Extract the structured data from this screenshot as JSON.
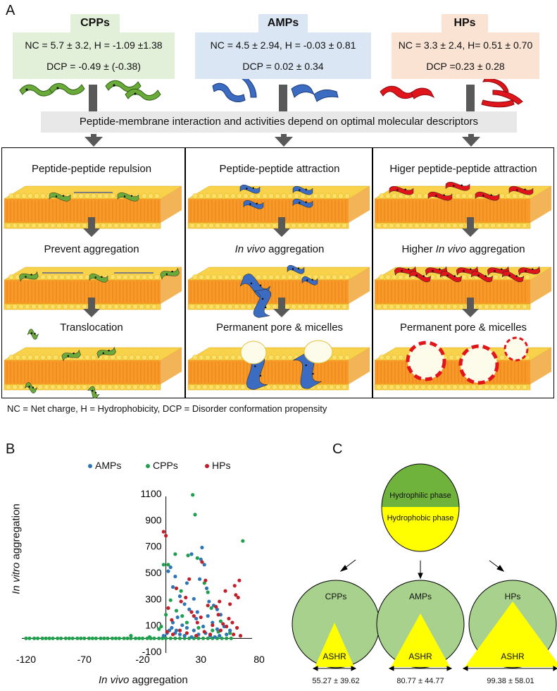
{
  "panel_a": {
    "letter": "A",
    "classes": [
      {
        "name": "CPPs",
        "line1": "NC = 5.7 ± 3.2, H = -1.09 ±1.38",
        "line2": "DCP = -0.49 ± (-0.38)",
        "box_color": "#e2efd9",
        "tag_color": "#e2efd9",
        "peptide_color": "#6aaa3a"
      },
      {
        "name": "AMPs",
        "line1": "NC = 4.5 ± 2.94, H = -0.03 ± 0.81",
        "line2": "DCP = 0.02 ± 0.34",
        "box_color": "#dae6f4",
        "tag_color": "#dae6f4",
        "peptide_color": "#3b6cc1"
      },
      {
        "name": "HPs",
        "line1": "NC = 3.3 ± 2.4, H= 0.51 ± 0.70",
        "line2": "DCP =0.23 ± 0.28",
        "box_color": "#fbe3d4",
        "tag_color": "#fbe3d4",
        "peptide_color": "#e0141b"
      }
    ],
    "banner": "Peptide-membrane interaction and activities depend on optimal molecular descriptors",
    "columns": [
      {
        "row1": "Peptide-peptide repulsion",
        "row2": "Prevent aggregation",
        "row3": "Translocation"
      },
      {
        "row1": "Peptide-peptide attraction",
        "row2_italic": "In vivo",
        "row2_rest": " aggregation",
        "row3": "Permanent pore & micelles"
      },
      {
        "row1": "Higer peptide-peptide attraction",
        "row2_pre": "Higher ",
        "row2_italic": "In vivo",
        "row2_rest": " aggregation",
        "row3": "Permanent pore & micelles"
      }
    ],
    "footnote": "NC = Net charge,  H = Hydrophobicity, DCP = Disorder conformation propensity"
  },
  "panel_b": {
    "letter": "B",
    "legend": [
      {
        "label": "AMPs",
        "color": "#2e75b6"
      },
      {
        "label": "CPPs",
        "color": "#1fa04c"
      },
      {
        "label": "HPs",
        "color": "#c0202a"
      }
    ],
    "x_ticks": [
      "-120",
      "-70",
      "-20",
      "30",
      "80"
    ],
    "y_ticks": [
      "1100",
      "900",
      "700",
      "500",
      "300",
      "100",
      "-100"
    ],
    "xlabel_italic": "In vivo",
    "xlabel_rest": " aggregation",
    "ylabel_italic": "In vitro",
    "ylabel_rest": " aggregation"
  },
  "panel_c": {
    "letter": "C",
    "top_phases": [
      "Hydrophilic phase",
      "Hydrophobic phase"
    ],
    "circles": [
      {
        "label": "CPPs",
        "inner": "ASHR",
        "value": "55.27 ± 39.62",
        "tri_scale": 0.55
      },
      {
        "label": "AMPs",
        "inner": "ASHR",
        "value": "80.77 ± 44.77",
        "tri_scale": 0.81
      },
      {
        "label": "HPs",
        "inner": "ASHR",
        "value": "99.38 ± 58.01",
        "tri_scale": 0.99
      }
    ],
    "colors": {
      "green": "#a9d18e",
      "yellow": "#ffff00",
      "circle_green": "#a9d18e"
    }
  },
  "chart_data": {
    "type": "scatter",
    "title": "",
    "xlabel": "In vivo aggregation",
    "ylabel": "In vitro aggregation",
    "xlim": [
      -120,
      80
    ],
    "ylim": [
      -100,
      1100
    ],
    "x_ticks": [
      -120,
      -70,
      -20,
      30,
      80
    ],
    "y_ticks": [
      -100,
      100,
      300,
      500,
      700,
      900,
      1100
    ],
    "legend_position": "top",
    "series": [
      {
        "name": "AMPs",
        "color": "#2e75b6",
        "points": [
          [
            2,
            510
          ],
          [
            4,
            540
          ],
          [
            6,
            390
          ],
          [
            8,
            470
          ],
          [
            12,
            320
          ],
          [
            16,
            260
          ],
          [
            18,
            420
          ],
          [
            22,
            640
          ],
          [
            24,
            300
          ],
          [
            27,
            200
          ],
          [
            29,
            450
          ],
          [
            31,
            690
          ],
          [
            33,
            560
          ],
          [
            35,
            380
          ],
          [
            37,
            280
          ],
          [
            41,
            250
          ],
          [
            44,
            220
          ],
          [
            47,
            180
          ],
          [
            30,
            600
          ],
          [
            20,
            220
          ],
          [
            10,
            160
          ],
          [
            6,
            120
          ],
          [
            14,
            100
          ],
          [
            26,
            150
          ],
          [
            36,
            170
          ],
          [
            40,
            120
          ],
          [
            18,
            80
          ],
          [
            24,
            60
          ],
          [
            32,
            90
          ],
          [
            44,
            70
          ],
          [
            50,
            90
          ],
          [
            55,
            60
          ],
          [
            3,
            60
          ],
          [
            8,
            40
          ],
          [
            12,
            30
          ],
          [
            16,
            20
          ],
          [
            22,
            10
          ],
          [
            28,
            30
          ],
          [
            34,
            40
          ],
          [
            38,
            20
          ],
          [
            42,
            10
          ],
          [
            46,
            20
          ],
          [
            52,
            30
          ],
          [
            -2,
            20
          ],
          [
            1,
            40
          ],
          [
            5,
            80
          ],
          [
            9,
            60
          ]
        ]
      },
      {
        "name": "CPPs",
        "color": "#1fa04c",
        "points": [
          [
            -120,
            0
          ],
          [
            -117,
            0
          ],
          [
            -113,
            0
          ],
          [
            -110,
            0
          ],
          [
            -106,
            0
          ],
          [
            -103,
            0
          ],
          [
            -100,
            0
          ],
          [
            -97,
            0
          ],
          [
            -93,
            0
          ],
          [
            -90,
            0
          ],
          [
            -86,
            0
          ],
          [
            -83,
            0
          ],
          [
            -80,
            0
          ],
          [
            -76,
            0
          ],
          [
            -73,
            0
          ],
          [
            -70,
            0
          ],
          [
            -66,
            0
          ],
          [
            -63,
            0
          ],
          [
            -60,
            0
          ],
          [
            -56,
            0
          ],
          [
            -53,
            0
          ],
          [
            -50,
            0
          ],
          [
            -46,
            0
          ],
          [
            -43,
            0
          ],
          [
            -40,
            0
          ],
          [
            -36,
            0
          ],
          [
            -33,
            0
          ],
          [
            -30,
            0
          ],
          [
            -26,
            0
          ],
          [
            -23,
            0
          ],
          [
            -20,
            0
          ],
          [
            -16,
            0
          ],
          [
            -13,
            0
          ],
          [
            -10,
            0
          ],
          [
            -6,
            0
          ],
          [
            -3,
            0
          ],
          [
            0,
            0
          ],
          [
            4,
            0
          ],
          [
            8,
            0
          ],
          [
            12,
            0
          ],
          [
            16,
            0
          ],
          [
            20,
            0
          ],
          [
            24,
            0
          ],
          [
            28,
            0
          ],
          [
            32,
            0
          ],
          [
            36,
            0
          ],
          [
            40,
            0
          ],
          [
            44,
            0
          ],
          [
            48,
            0
          ],
          [
            52,
            0
          ],
          [
            56,
            0
          ],
          [
            -30,
            20
          ],
          [
            -14,
            10
          ],
          [
            -6,
            70
          ],
          [
            -2,
            560
          ],
          [
            2,
            560
          ],
          [
            8,
            640
          ],
          [
            13,
            360
          ],
          [
            19,
            630
          ],
          [
            23,
            1090
          ],
          [
            25,
            940
          ],
          [
            27,
            610
          ],
          [
            33,
            420
          ],
          [
            36,
            350
          ],
          [
            39,
            230
          ],
          [
            47,
            130
          ],
          [
            55,
            40
          ],
          [
            66,
            740
          ],
          [
            -4,
            90
          ],
          [
            0,
            180
          ],
          [
            4,
            290
          ],
          [
            9,
            210
          ],
          [
            14,
            170
          ],
          [
            18,
            120
          ],
          [
            28,
            80
          ],
          [
            40,
            60
          ],
          [
            45,
            50
          ]
        ]
      },
      {
        "name": "HPs",
        "color": "#c0202a",
        "points": [
          [
            -2,
            810
          ],
          [
            0,
            780
          ],
          [
            2,
            230
          ],
          [
            5,
            140
          ],
          [
            9,
            380
          ],
          [
            13,
            280
          ],
          [
            17,
            310
          ],
          [
            20,
            450
          ],
          [
            22,
            200
          ],
          [
            24,
            170
          ],
          [
            27,
            120
          ],
          [
            31,
            580
          ],
          [
            34,
            440
          ],
          [
            36,
            250
          ],
          [
            40,
            100
          ],
          [
            43,
            240
          ],
          [
            46,
            280
          ],
          [
            49,
            110
          ],
          [
            51,
            360
          ],
          [
            55,
            260
          ],
          [
            59,
            400
          ],
          [
            60,
            330
          ],
          [
            62,
            310
          ],
          [
            63,
            440
          ],
          [
            64,
            20
          ],
          [
            54,
            150
          ],
          [
            57,
            120
          ],
          [
            47,
            60
          ],
          [
            38,
            30
          ],
          [
            33,
            50
          ],
          [
            26,
            20
          ],
          [
            18,
            40
          ],
          [
            12,
            60
          ],
          [
            6,
            30
          ],
          [
            1,
            50
          ],
          [
            30,
            160
          ],
          [
            45,
            180
          ],
          [
            52,
            90
          ],
          [
            58,
            30
          ],
          [
            61,
            80
          ]
        ]
      }
    ]
  }
}
